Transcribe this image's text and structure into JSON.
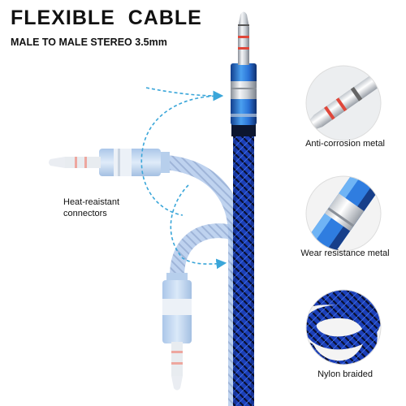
{
  "header": {
    "title": "FLEXIBLE  CABLE",
    "subtitle": "MALE TO MALE STEREO 3.5mm"
  },
  "callout": {
    "label_line1": "Heat-reaistant",
    "label_line2": "connectors"
  },
  "features": [
    {
      "label": "Anti-corrosion metal",
      "icon": "plug-tip-closeup-icon"
    },
    {
      "label": "Wear resistance metal",
      "icon": "connector-barrel-closeup-icon"
    },
    {
      "label": "Nylon braided",
      "icon": "braided-cable-coil-icon"
    }
  ],
  "colors": {
    "cable_blue": "#1b3fb8",
    "cable_dark": "#0a1030",
    "connector_blue": "#2f7de0",
    "ghost_blue": "#9ec3ee",
    "arrow_dash": "#3aa6d9",
    "stripe_red": "#e0473a",
    "chrome": "#d8dde3"
  }
}
